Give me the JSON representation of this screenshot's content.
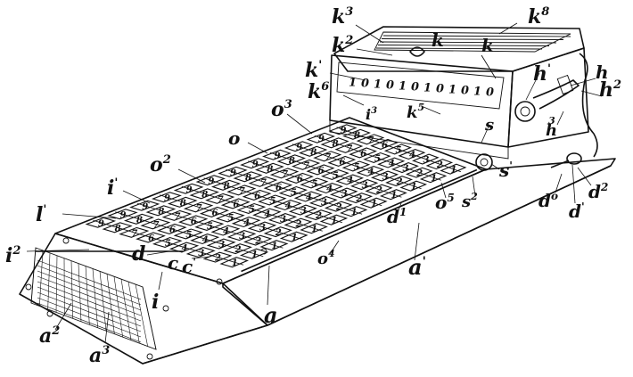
{
  "figure": {
    "labels": [
      {
        "id": "k3",
        "base": "k",
        "sup": "3"
      },
      {
        "id": "k8",
        "base": "k",
        "sup": "8"
      },
      {
        "id": "k2",
        "base": "k",
        "sup": "2"
      },
      {
        "id": "k-a",
        "base": "k",
        "sup": ""
      },
      {
        "id": "k-b",
        "base": "k",
        "sup": ""
      },
      {
        "id": "k-prime",
        "base": "k",
        "sup": "'"
      },
      {
        "id": "k6",
        "base": "k",
        "sup": "6"
      },
      {
        "id": "k5",
        "base": "k",
        "sup": "5"
      },
      {
        "id": "h",
        "base": "h",
        "sup": ""
      },
      {
        "id": "h-prime",
        "base": "h",
        "sup": "'"
      },
      {
        "id": "h2",
        "base": "h",
        "sup": "2"
      },
      {
        "id": "h3",
        "base": "h",
        "sup": "3"
      },
      {
        "id": "i3",
        "base": "i",
        "sup": "3"
      },
      {
        "id": "o3",
        "base": "o",
        "sup": "3"
      },
      {
        "id": "o",
        "base": "o",
        "sup": ""
      },
      {
        "id": "o2",
        "base": "o",
        "sup": "2"
      },
      {
        "id": "o5",
        "base": "o",
        "sup": "5"
      },
      {
        "id": "o4",
        "base": "o",
        "sup": "4"
      },
      {
        "id": "s",
        "base": "s",
        "sup": ""
      },
      {
        "id": "s-prime",
        "base": "s",
        "sup": "'"
      },
      {
        "id": "s2",
        "base": "s",
        "sup": "2"
      },
      {
        "id": "i-prime",
        "base": "i",
        "sup": "'"
      },
      {
        "id": "l-prime",
        "base": "l",
        "sup": "'"
      },
      {
        "id": "d1",
        "base": "d",
        "sup": "1"
      },
      {
        "id": "d2",
        "base": "d",
        "sup": "2"
      },
      {
        "id": "d-prime",
        "base": "d",
        "sup": "'"
      },
      {
        "id": "d0",
        "base": "d",
        "sup": "o"
      },
      {
        "id": "i2",
        "base": "i",
        "sup": "2"
      },
      {
        "id": "d",
        "base": "d",
        "sup": ""
      },
      {
        "id": "c",
        "base": "c",
        "sup": ""
      },
      {
        "id": "c-prime",
        "base": "c",
        "sup": "'"
      },
      {
        "id": "a-prime",
        "base": "a",
        "sup": "'"
      },
      {
        "id": "i-front",
        "base": "i",
        "sup": ""
      },
      {
        "id": "a",
        "base": "a",
        "sup": ""
      },
      {
        "id": "a2",
        "base": "a",
        "sup": "2"
      },
      {
        "id": "a3",
        "base": "a",
        "sup": "3"
      }
    ],
    "counter_digits": [
      "1",
      "0",
      "1",
      "0",
      "1",
      "0",
      "1",
      "0",
      "1",
      "0",
      "1",
      "0"
    ],
    "key_digits": [
      "9",
      "8",
      "7",
      "6",
      "5",
      "4",
      "3",
      "2",
      "1",
      "0"
    ],
    "colors": {
      "ink": "#111111",
      "paper": "#ffffff"
    }
  }
}
